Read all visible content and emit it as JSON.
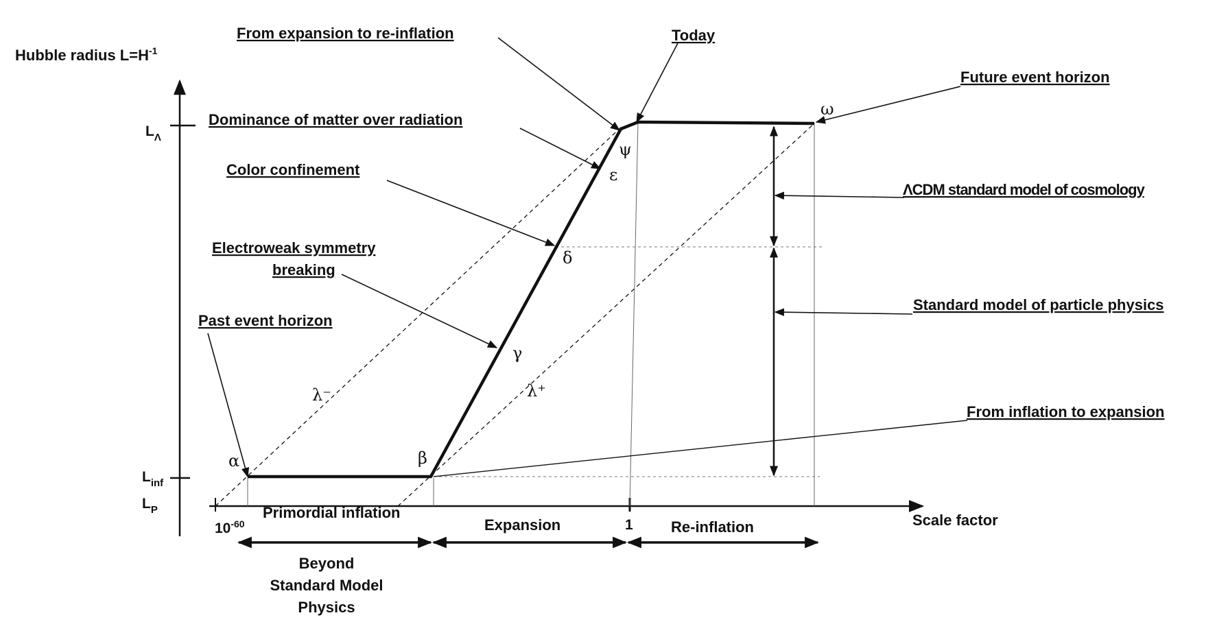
{
  "axes": {
    "y_label": "Hubble radius L=H",
    "y_label_sup": "-1",
    "x_label": "Scale factor",
    "y_ticks": {
      "l_lambda": "L",
      "l_lambda_sub": "Λ",
      "l_inf": "L",
      "l_inf_sub": "inf",
      "l_p": "L",
      "l_p_sub": "P"
    },
    "x_ticks": {
      "start": "10",
      "start_sup": "-60",
      "one": "1"
    }
  },
  "points": {
    "alpha": "α",
    "beta": "β",
    "gamma": "γ",
    "delta": "δ",
    "epsilon": "ε",
    "psi": "ψ",
    "omega": "ω",
    "lambda_minus": "λ⁻",
    "lambda_plus": "λ⁺"
  },
  "annotations": {
    "expansion_to_reinflation": "From expansion to re-inflation",
    "today": "Today",
    "future_event_horizon": "Future event horizon",
    "matter_dominance": "Dominance of matter over radiation",
    "color_confinement": "Color confinement",
    "electroweak_line1": "Electroweak symmetry",
    "electroweak_line2": "breaking",
    "past_event_horizon": "Past event horizon",
    "lcdm": "ΛCDM  standard model of cosmology",
    "particle_physics": "Standard model of particle physics",
    "inflation_to_expansion": "From inflation to expansion"
  },
  "eras": {
    "primordial": "Primordial inflation",
    "expansion": "Expansion",
    "reinflation": "Re-inflation",
    "beyond_line1": "Beyond",
    "beyond_line2": "Standard Model",
    "beyond_line3": "Physics"
  }
}
